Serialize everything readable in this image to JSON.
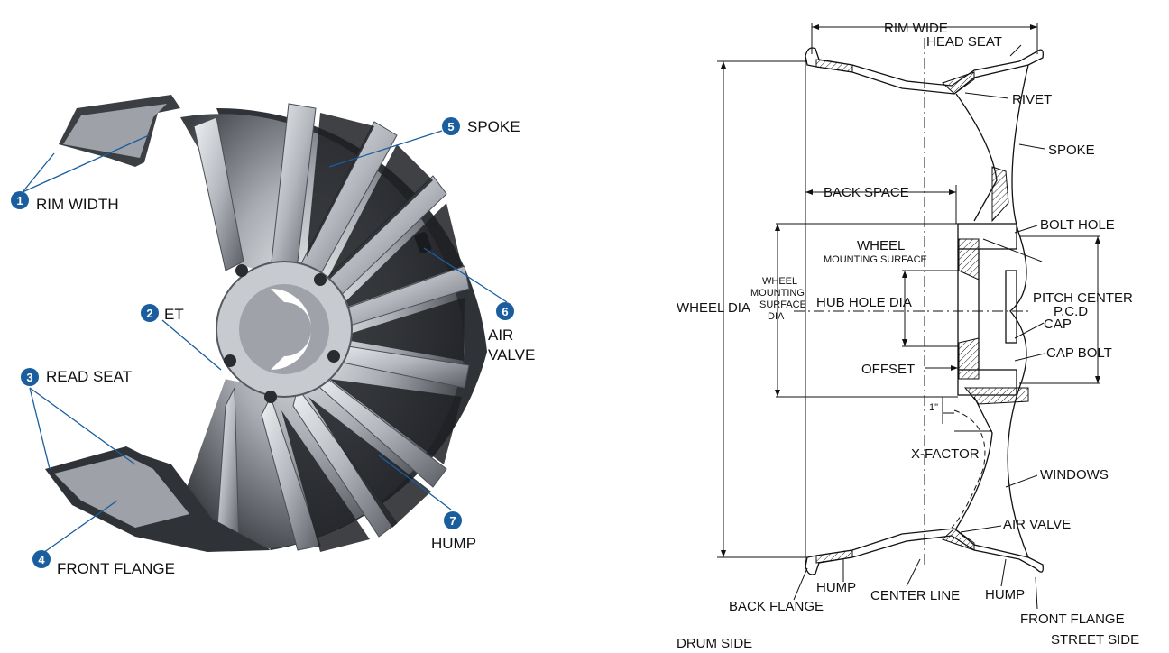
{
  "left_callouts": [
    {
      "num": "1",
      "text": "RIM WIDTH"
    },
    {
      "num": "2",
      "text": "ET"
    },
    {
      "num": "3",
      "text": "READ SEAT"
    },
    {
      "num": "4",
      "text": "FRONT FLANGE"
    },
    {
      "num": "5",
      "text": "SPOKE"
    },
    {
      "num": "6",
      "text": "AIR"
    },
    {
      "num": "7",
      "text": "HUMP"
    }
  ],
  "left_callout_extra": {
    "air_valve_line2": "VALVE"
  },
  "right_labels": {
    "rim_wide": "RIM WIDE",
    "head_seat": "HEAD SEAT",
    "rivet": "RIVET",
    "spoke": "SPOKE",
    "back_space": "BACK SPACE",
    "bolt_hole": "BOLT HOLE",
    "wheel": "WHEEL",
    "mounting_surface": "MOUNTING SURFACE",
    "wms_dia_1": "WHEEL",
    "wms_dia_2": "MOUNTING",
    "wms_dia_3": "SURFACE",
    "wms_dia_4": "DIA",
    "wheel_dia": "WHEEL DIA",
    "hub_hole_dia": "HUB HOLE DIA",
    "pitch_center": "PITCH CENTER",
    "pcd": "P.C.D",
    "cap": "CAP",
    "cap_bolt": "CAP BOLT",
    "offset": "OFFSET",
    "one_inch": "1\"",
    "x_factor": "X-FACTOR",
    "windows": "WINDOWS",
    "air_valve": "AIR VALVE",
    "hump_left": "HUMP",
    "hump_right": "HUMP",
    "back_flange": "BACK FLANGE",
    "center_line": "CENTER LINE",
    "front_flange": "FRONT FLANGE",
    "drum_side": "DRUM SIDE",
    "street_side": "STREET SIDE"
  },
  "colors": {
    "badge": "#1a5e9e",
    "metal_dark": "#3a3d42",
    "metal_light": "#d9dbde"
  }
}
